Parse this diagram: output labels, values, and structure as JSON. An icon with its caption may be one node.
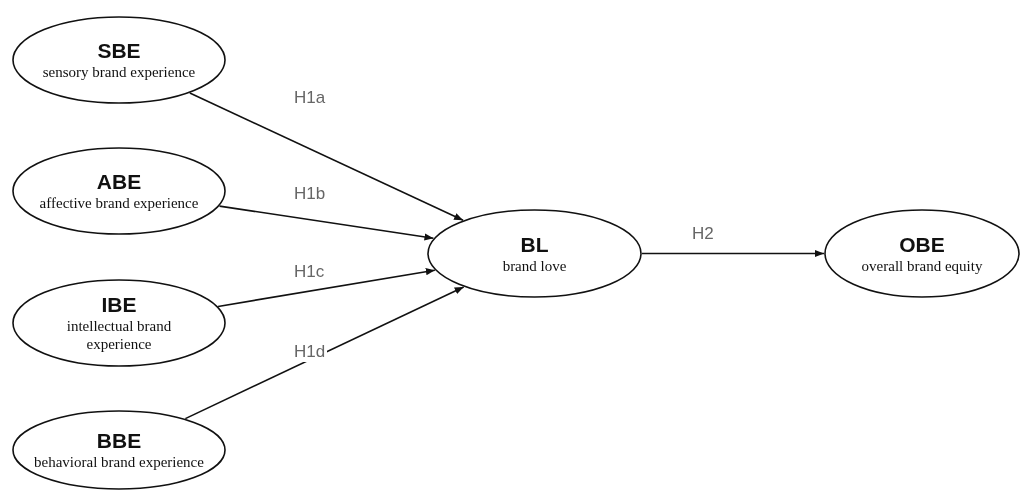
{
  "diagram": {
    "nodes": [
      {
        "text": [
          "SBE",
          "sensory brand experience"
        ]
      },
      {
        "text": [
          "ABE",
          "affective brand experience"
        ]
      },
      {
        "text": [
          "IBE",
          "intellectual brand experience"
        ]
      },
      {
        "text": [
          "BBE",
          "behavioral brand experience"
        ]
      },
      {
        "text": [
          "BL",
          "brand love"
        ]
      },
      {
        "text": [
          "OBE",
          "overall brand equity"
        ]
      }
    ],
    "edges": [
      {
        "from": 0,
        "to": 4,
        "arrow": "to",
        "label": "H1a"
      },
      {
        "from": 1,
        "to": 4,
        "arrow": "to",
        "label": "H1b"
      },
      {
        "from": 2,
        "to": 4,
        "arrow": "to",
        "label": "H1c"
      },
      {
        "from": 3,
        "to": 4,
        "arrow": "to",
        "label": "H1d"
      },
      {
        "from": 4,
        "to": 5,
        "arrow": "to",
        "label": "H2"
      }
    ]
  }
}
